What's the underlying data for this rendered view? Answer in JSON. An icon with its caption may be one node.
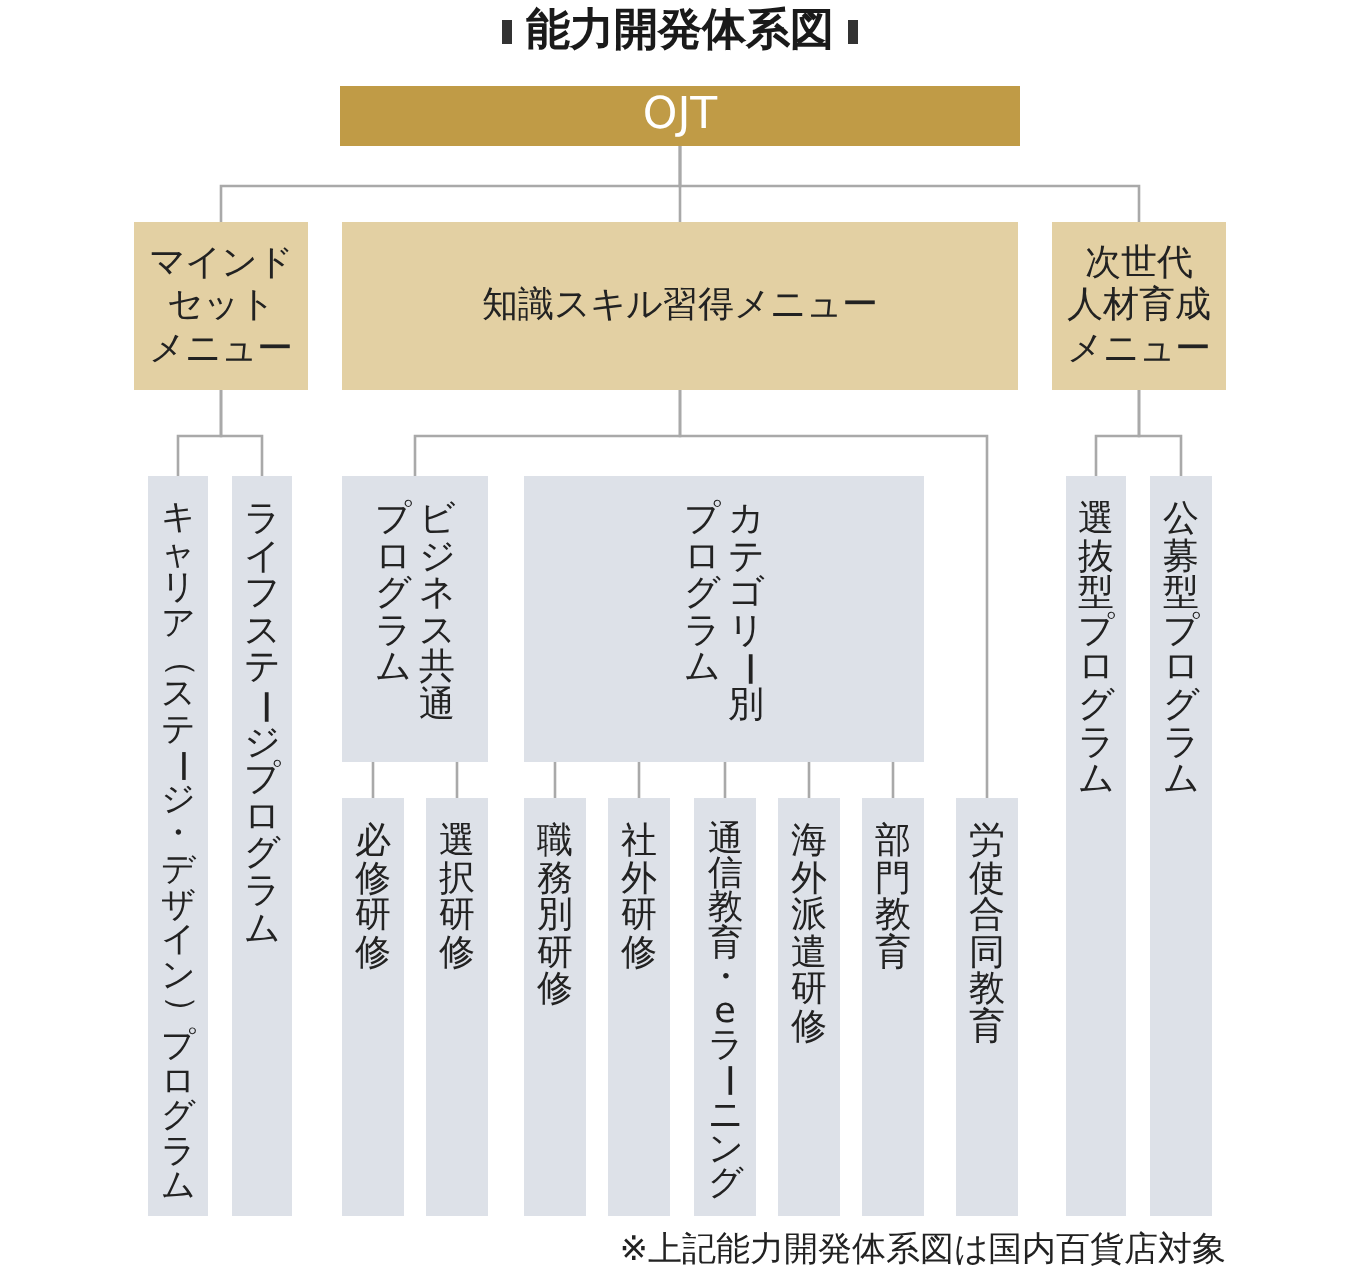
{
  "diagram": {
    "title": "能力開発体系図",
    "nodes": [
      {
        "text": [
          "OJT"
        ]
      },
      {
        "text": [
          "マインドセットメニュー"
        ]
      },
      {
        "text": [
          "知識スキル習得メニュー"
        ]
      },
      {
        "text": [
          "次世代人材育成メニュー"
        ]
      },
      {
        "text": [
          "キャリア（ステージ・デザイン）プログラム"
        ]
      },
      {
        "text": [
          "ライフステージプログラム"
        ]
      },
      {
        "text": [
          "ビジネス共通プログラム"
        ]
      },
      {
        "text": [
          "カテゴリー別プログラム"
        ]
      },
      {
        "text": [
          "選抜型プログラム"
        ]
      },
      {
        "text": [
          "公募型プログラム"
        ]
      },
      {
        "text": [
          "必修研修"
        ]
      },
      {
        "text": [
          "選択研修"
        ]
      },
      {
        "text": [
          "職務別研修"
        ]
      },
      {
        "text": [
          "社外研修"
        ]
      },
      {
        "text": [
          "通信教育・eラーニング"
        ]
      },
      {
        "text": [
          "海外派遣研修"
        ]
      },
      {
        "text": [
          "部門教育"
        ]
      },
      {
        "text": [
          "労使合同教育"
        ]
      }
    ],
    "edges": [
      {
        "from": 0,
        "to": 1,
        "arrow": "none"
      },
      {
        "from": 0,
        "to": 2,
        "arrow": "none"
      },
      {
        "from": 0,
        "to": 3,
        "arrow": "none"
      },
      {
        "from": 1,
        "to": 4,
        "arrow": "none"
      },
      {
        "from": 1,
        "to": 5,
        "arrow": "none"
      },
      {
        "from": 2,
        "to": 6,
        "arrow": "none"
      },
      {
        "from": 2,
        "to": 17,
        "arrow": "none"
      },
      {
        "from": 3,
        "to": 8,
        "arrow": "none"
      },
      {
        "from": 3,
        "to": 9,
        "arrow": "none"
      },
      {
        "from": 6,
        "to": 10,
        "arrow": "none"
      },
      {
        "from": 6,
        "to": 11,
        "arrow": "none"
      },
      {
        "from": 7,
        "to": 12,
        "arrow": "none"
      },
      {
        "from": 7,
        "to": 13,
        "arrow": "none"
      },
      {
        "from": 7,
        "to": 14,
        "arrow": "none"
      },
      {
        "from": 7,
        "to": 15,
        "arrow": "none"
      },
      {
        "from": 7,
        "to": 16,
        "arrow": "none"
      }
    ],
    "labels": [
      "※上記能力開発体系図は国内百貨店対象"
    ]
  }
}
